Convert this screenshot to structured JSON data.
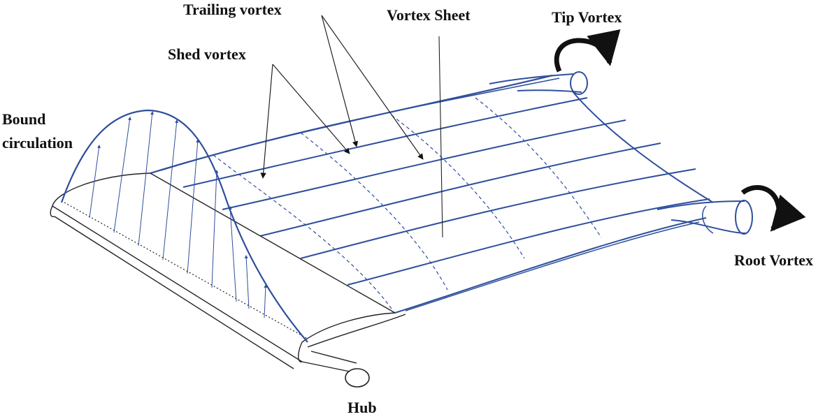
{
  "labels": {
    "trailing_vortex": "Trailing vortex",
    "vortex_sheet": "Vortex Sheet",
    "tip_vortex": "Tip Vortex",
    "shed_vortex": "Shed vortex",
    "bound_circulation_line1": "Bound",
    "bound_circulation_line2": "circulation",
    "root_vortex": "Root Vortex",
    "hub": "Hub"
  },
  "colors": {
    "vortex_lines": "#2e4f9c",
    "outline": "#222222",
    "rotation_arrows": "#111111",
    "background": "#ffffff"
  }
}
